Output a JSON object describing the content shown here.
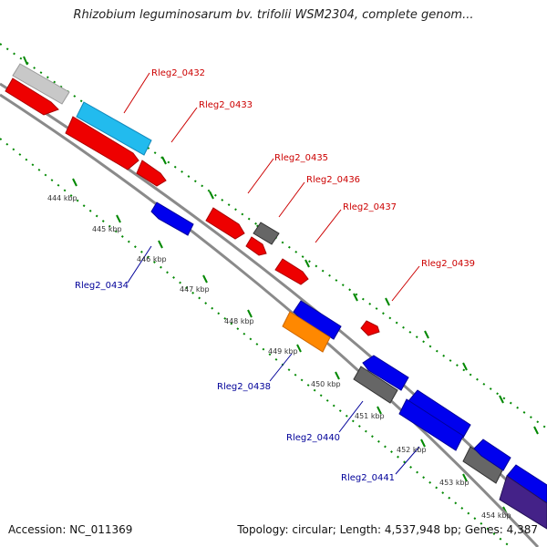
{
  "title": "Rhizobium leguminosarum bv. trifolii WSM2304, complete genom...",
  "footer": {
    "accession": "Accession: NC_011369",
    "stats": "Topology: circular; Length: 4,537,948 bp; Genes: 4,387"
  },
  "colors": {
    "forward_label": "#cc0000",
    "reverse_label": "#000099",
    "backbone": "#888888",
    "tick": "#008800"
  },
  "kbp_ticks": [
    "444 kbp",
    "445 kbp",
    "446 kbp",
    "447 kbp",
    "448 kbp",
    "449 kbp",
    "450 kbp",
    "451 kbp",
    "452 kbp",
    "453 kbp",
    "454 kbp"
  ],
  "gene_labels": [
    {
      "text": "Rleg2_0432",
      "strand": "forward"
    },
    {
      "text": "Rleg2_0433",
      "strand": "forward"
    },
    {
      "text": "Rleg2_0435",
      "strand": "forward"
    },
    {
      "text": "Rleg2_0436",
      "strand": "forward"
    },
    {
      "text": "Rleg2_0437",
      "strand": "forward"
    },
    {
      "text": "Rleg2_0439",
      "strand": "forward"
    },
    {
      "text": "Rleg2_0434",
      "strand": "reverse"
    },
    {
      "text": "Rleg2_0438",
      "strand": "reverse"
    },
    {
      "text": "Rleg2_0440",
      "strand": "reverse"
    },
    {
      "text": "Rleg2_0441",
      "strand": "reverse"
    }
  ],
  "features": [
    {
      "kind": "gray",
      "color": "#c8c8c8"
    },
    {
      "kind": "red",
      "color": "#ee0000"
    },
    {
      "kind": "cyan",
      "color": "#22bbee"
    },
    {
      "kind": "red",
      "color": "#ee0000"
    },
    {
      "kind": "red",
      "color": "#ee0000"
    },
    {
      "kind": "blue",
      "color": "#0000ee"
    },
    {
      "kind": "red",
      "color": "#ee0000"
    },
    {
      "kind": "dark-gray",
      "color": "#666666"
    },
    {
      "kind": "red",
      "color": "#ee0000"
    },
    {
      "kind": "red",
      "color": "#ee0000"
    },
    {
      "kind": "blue",
      "color": "#0000ee"
    },
    {
      "kind": "orange",
      "color": "#ff8800"
    },
    {
      "kind": "red",
      "color": "#ee0000"
    },
    {
      "kind": "blue",
      "color": "#0000ee"
    },
    {
      "kind": "dark-gray",
      "color": "#666666"
    },
    {
      "kind": "blue",
      "color": "#0000ee"
    },
    {
      "kind": "blue",
      "color": "#0000ee"
    },
    {
      "kind": "dark-gray",
      "color": "#666666"
    },
    {
      "kind": "blue",
      "color": "#0000ee"
    },
    {
      "kind": "blue",
      "color": "#0000ee"
    },
    {
      "kind": "purple",
      "color": "#442288"
    }
  ]
}
